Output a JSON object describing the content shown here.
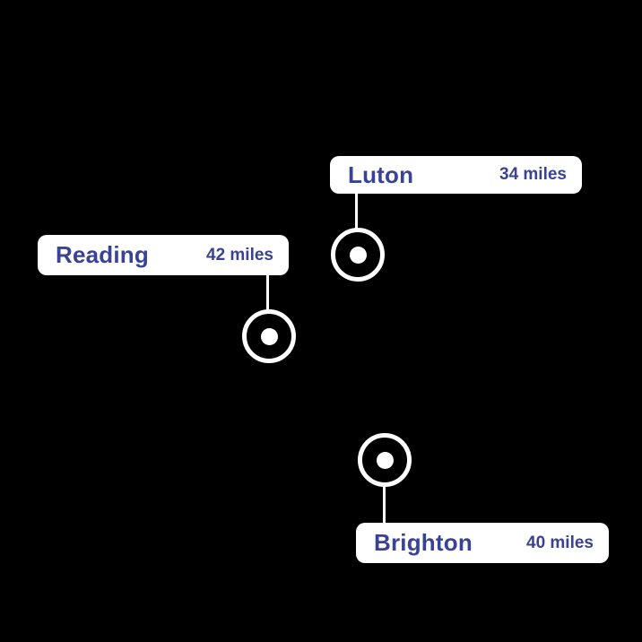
{
  "colors": {
    "background": "#000000",
    "label_background": "#ffffff",
    "text": "#3a4392",
    "marker": "#ffffff"
  },
  "markers": [
    {
      "name": "Luton",
      "distance": "34 miles"
    },
    {
      "name": "Reading",
      "distance": "42 miles"
    },
    {
      "name": "Brighton",
      "distance": "40 miles"
    }
  ]
}
